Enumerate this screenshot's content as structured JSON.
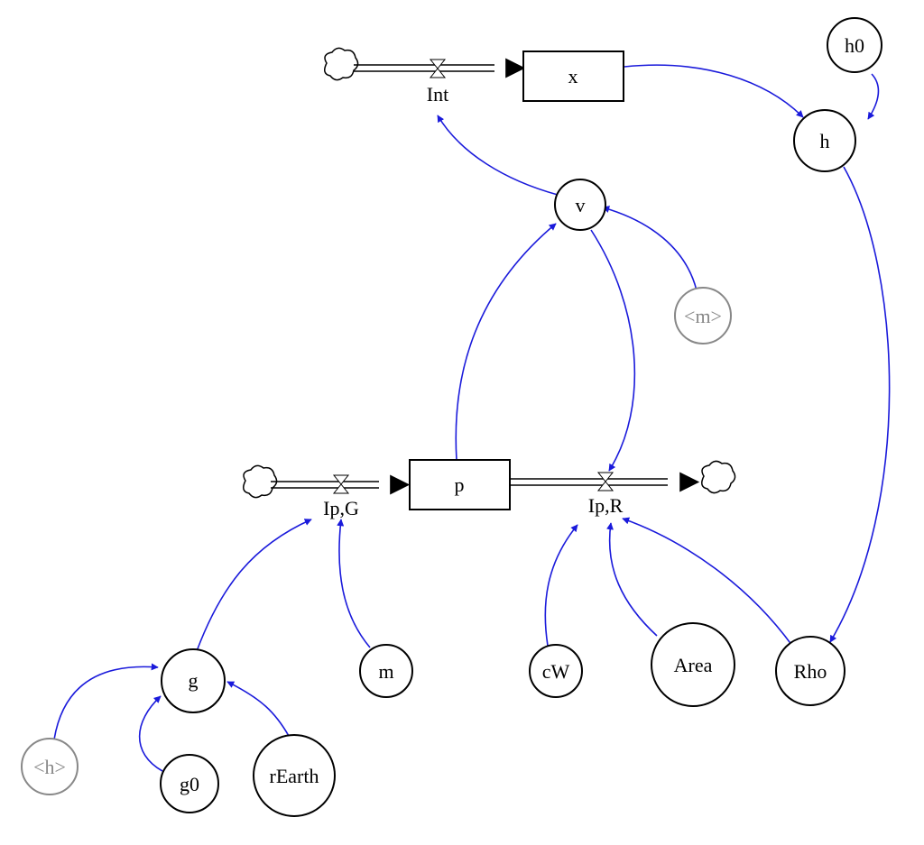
{
  "stocks": {
    "x": "x",
    "p": "p"
  },
  "flows": {
    "int": "Int",
    "ipg": "Ip,G",
    "ipr": "Ip,R"
  },
  "variables": {
    "h0": "h0",
    "h": "h",
    "v": "v",
    "m_ghost": "<m>",
    "g": "g",
    "m": "m",
    "cw": "cW",
    "area": "Area",
    "rho": "Rho",
    "h_ghost": "<h>",
    "g0": "g0",
    "rearth": "rEarth"
  },
  "colors": {
    "link": "#1a1adb",
    "ghost": "#888888",
    "stroke": "#000000"
  }
}
